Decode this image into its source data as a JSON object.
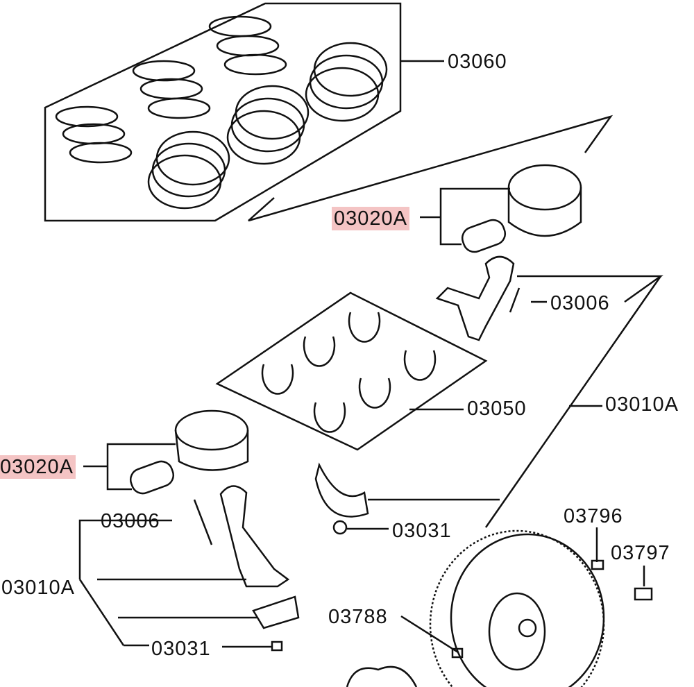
{
  "highlight_color": "#f4c4c4",
  "labels": {
    "rings": "03060",
    "piston_top": "03020A",
    "bolt_top": "03006",
    "bearings": "03050",
    "rod_right": "03010A",
    "piston_left": "03020A",
    "bolt_left": "03006",
    "nut_mid": "03031",
    "pin_3796": "03796",
    "bolt_3797": "03797",
    "rod_left": "03010A",
    "pin_3788": "03788",
    "nut_bottom": "03031"
  }
}
